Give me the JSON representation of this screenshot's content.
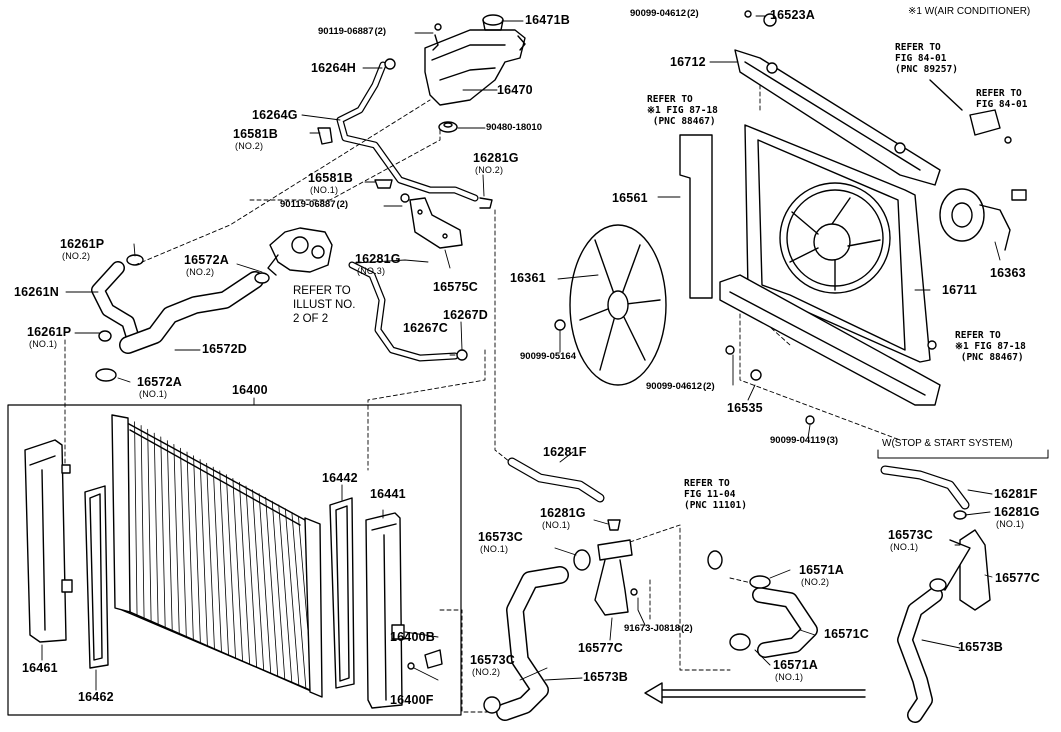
{
  "header": {
    "ac_note": "※1 W(AIR CONDITIONER)",
    "stop_start": "W(STOP & START SYSTEM)"
  },
  "notes": {
    "refer_illust": "REFER TO\nILLUST NO.\n2 OF 2",
    "refer_87_18_a": "REFER TO\n※1 FIG 87-18\n (PNC 88467)",
    "refer_84_01_a": "REFER TO\nFIG 84-01\n(PNC 89257)",
    "refer_84_01_b": "REFER TO\nFIG 84-01",
    "refer_87_18_b": "REFER TO\n※1 FIG 87-18\n (PNC 88467)",
    "refer_11_04": "REFER TO\nFIG 11-04\n(PNC 11101)"
  },
  "parts": [
    {
      "id": "p1",
      "no": "90119-06887",
      "sub": "(2)"
    },
    {
      "id": "p2",
      "no": "16471B",
      "sub": ""
    },
    {
      "id": "p3",
      "no": "16264H",
      "sub": ""
    },
    {
      "id": "p4",
      "no": "16470",
      "sub": ""
    },
    {
      "id": "p5",
      "no": "16264G",
      "sub": ""
    },
    {
      "id": "p6",
      "no": "90480-18010",
      "sub": ""
    },
    {
      "id": "p7",
      "no": "16581B",
      "sub": "(NO.2)"
    },
    {
      "id": "p8",
      "no": "16281G",
      "sub": "(NO.2)"
    },
    {
      "id": "p9",
      "no": "16581B",
      "sub": "(NO.1)"
    },
    {
      "id": "p10",
      "no": "90119-06887",
      "sub": "(2)"
    },
    {
      "id": "p11",
      "no": "16261P",
      "sub": "(NO.2)"
    },
    {
      "id": "p12",
      "no": "16572A",
      "sub": "(NO.2)"
    },
    {
      "id": "p13",
      "no": "16281G",
      "sub": "(NO.3)"
    },
    {
      "id": "p14",
      "no": "16575C",
      "sub": ""
    },
    {
      "id": "p15",
      "no": "16261N",
      "sub": ""
    },
    {
      "id": "p16",
      "no": "16267D",
      "sub": ""
    },
    {
      "id": "p17",
      "no": "16261P",
      "sub": "(NO.1)"
    },
    {
      "id": "p18",
      "no": "16267C",
      "sub": ""
    },
    {
      "id": "p19",
      "no": "16572D",
      "sub": ""
    },
    {
      "id": "p20",
      "no": "16572A",
      "sub": "(NO.1)"
    },
    {
      "id": "p21",
      "no": "16400",
      "sub": ""
    },
    {
      "id": "p22",
      "no": "16442",
      "sub": ""
    },
    {
      "id": "p23",
      "no": "16441",
      "sub": ""
    },
    {
      "id": "p24",
      "no": "16461",
      "sub": ""
    },
    {
      "id": "p25",
      "no": "16462",
      "sub": ""
    },
    {
      "id": "p26",
      "no": "16400B",
      "sub": ""
    },
    {
      "id": "p27",
      "no": "16400F",
      "sub": ""
    },
    {
      "id": "p28",
      "no": "90099-04612",
      "sub": "(2)"
    },
    {
      "id": "p29",
      "no": "16523A",
      "sub": ""
    },
    {
      "id": "p30",
      "no": "16712",
      "sub": ""
    },
    {
      "id": "p31",
      "no": "16561",
      "sub": ""
    },
    {
      "id": "p32",
      "no": "16361",
      "sub": ""
    },
    {
      "id": "p33",
      "no": "16711",
      "sub": ""
    },
    {
      "id": "p34",
      "no": "16363",
      "sub": ""
    },
    {
      "id": "p35",
      "no": "90099-05164",
      "sub": ""
    },
    {
      "id": "p36",
      "no": "90099-04612",
      "sub": "(2)"
    },
    {
      "id": "p37",
      "no": "16535",
      "sub": ""
    },
    {
      "id": "p38",
      "no": "90099-04119",
      "sub": "(3)"
    },
    {
      "id": "p39",
      "no": "16281F",
      "sub": ""
    },
    {
      "id": "p40",
      "no": "16281G",
      "sub": "(NO.1)"
    },
    {
      "id": "p41",
      "no": "16573C",
      "sub": "(NO.1)"
    },
    {
      "id": "p42",
      "no": "16571A",
      "sub": "(NO.2)"
    },
    {
      "id": "p43",
      "no": "91673-J0818",
      "sub": "(2)"
    },
    {
      "id": "p44",
      "no": "16577C",
      "sub": ""
    },
    {
      "id": "p45",
      "no": "16571C",
      "sub": ""
    },
    {
      "id": "p46",
      "no": "16573C",
      "sub": "(NO.2)"
    },
    {
      "id": "p47",
      "no": "16571A",
      "sub": "(NO.1)"
    },
    {
      "id": "p48",
      "no": "16573B",
      "sub": ""
    },
    {
      "id": "p49",
      "no": "16281F",
      "sub": ""
    },
    {
      "id": "p50",
      "no": "16281G",
      "sub": "(NO.1)"
    },
    {
      "id": "p51",
      "no": "16573C",
      "sub": "(NO.1)"
    },
    {
      "id": "p52",
      "no": "16577C",
      "sub": ""
    },
    {
      "id": "p53",
      "no": "16573B",
      "sub": ""
    }
  ]
}
